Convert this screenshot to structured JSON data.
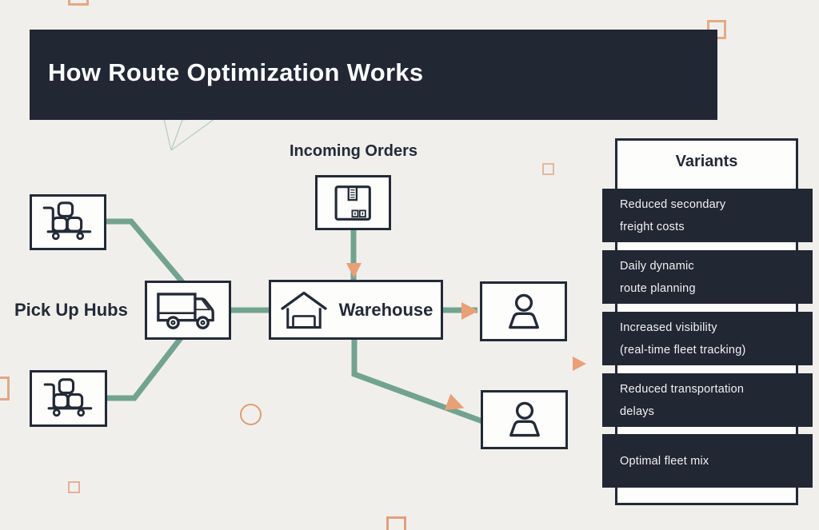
{
  "header": {
    "title": "How Route Optimization Works"
  },
  "diagram": {
    "labels": {
      "incoming_orders": "Incoming Orders",
      "pick_up_hubs": "Pick Up Hubs",
      "warehouse": "Warehouse"
    },
    "nodes": [
      {
        "id": "pickup-hub-1",
        "icon": "hand-truck-icon"
      },
      {
        "id": "pickup-hub-2",
        "icon": "hand-truck-icon"
      },
      {
        "id": "truck",
        "icon": "truck-icon"
      },
      {
        "id": "incoming-orders",
        "icon": "package-icon"
      },
      {
        "id": "warehouse",
        "icon": "warehouse-icon"
      },
      {
        "id": "customer-1",
        "icon": "person-icon"
      },
      {
        "id": "customer-2",
        "icon": "person-icon"
      }
    ]
  },
  "variants": {
    "title": "Variants",
    "items": [
      {
        "line1": "Reduced secondary",
        "line2": "freight costs"
      },
      {
        "line1": "Daily dynamic",
        "line2": "route planning"
      },
      {
        "line1": "Increased visibility",
        "line2": "(real-time fleet tracking)"
      },
      {
        "line1": "Reduced transportation",
        "line2": "delays"
      },
      {
        "line1": "Optimal fleet mix"
      }
    ]
  },
  "colors": {
    "background": "#f1efec",
    "dark_navy": "#212733",
    "line_teal": "#72a391",
    "arrow_orange": "#e8a077",
    "decor_orange": "#e2a983",
    "wireframe_teal": "#b4cec4"
  }
}
